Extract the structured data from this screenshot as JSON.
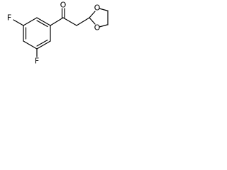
{
  "molecule": {
    "atoms": {
      "oxygen_ketone": "O",
      "fluorine_top": "F",
      "fluorine_bottom": "F",
      "oxygen_ring_top": "O",
      "oxygen_ring_bottom": "O"
    }
  },
  "colors": {
    "bond": "#000000",
    "label": "#000000",
    "background": "#ffffff"
  }
}
